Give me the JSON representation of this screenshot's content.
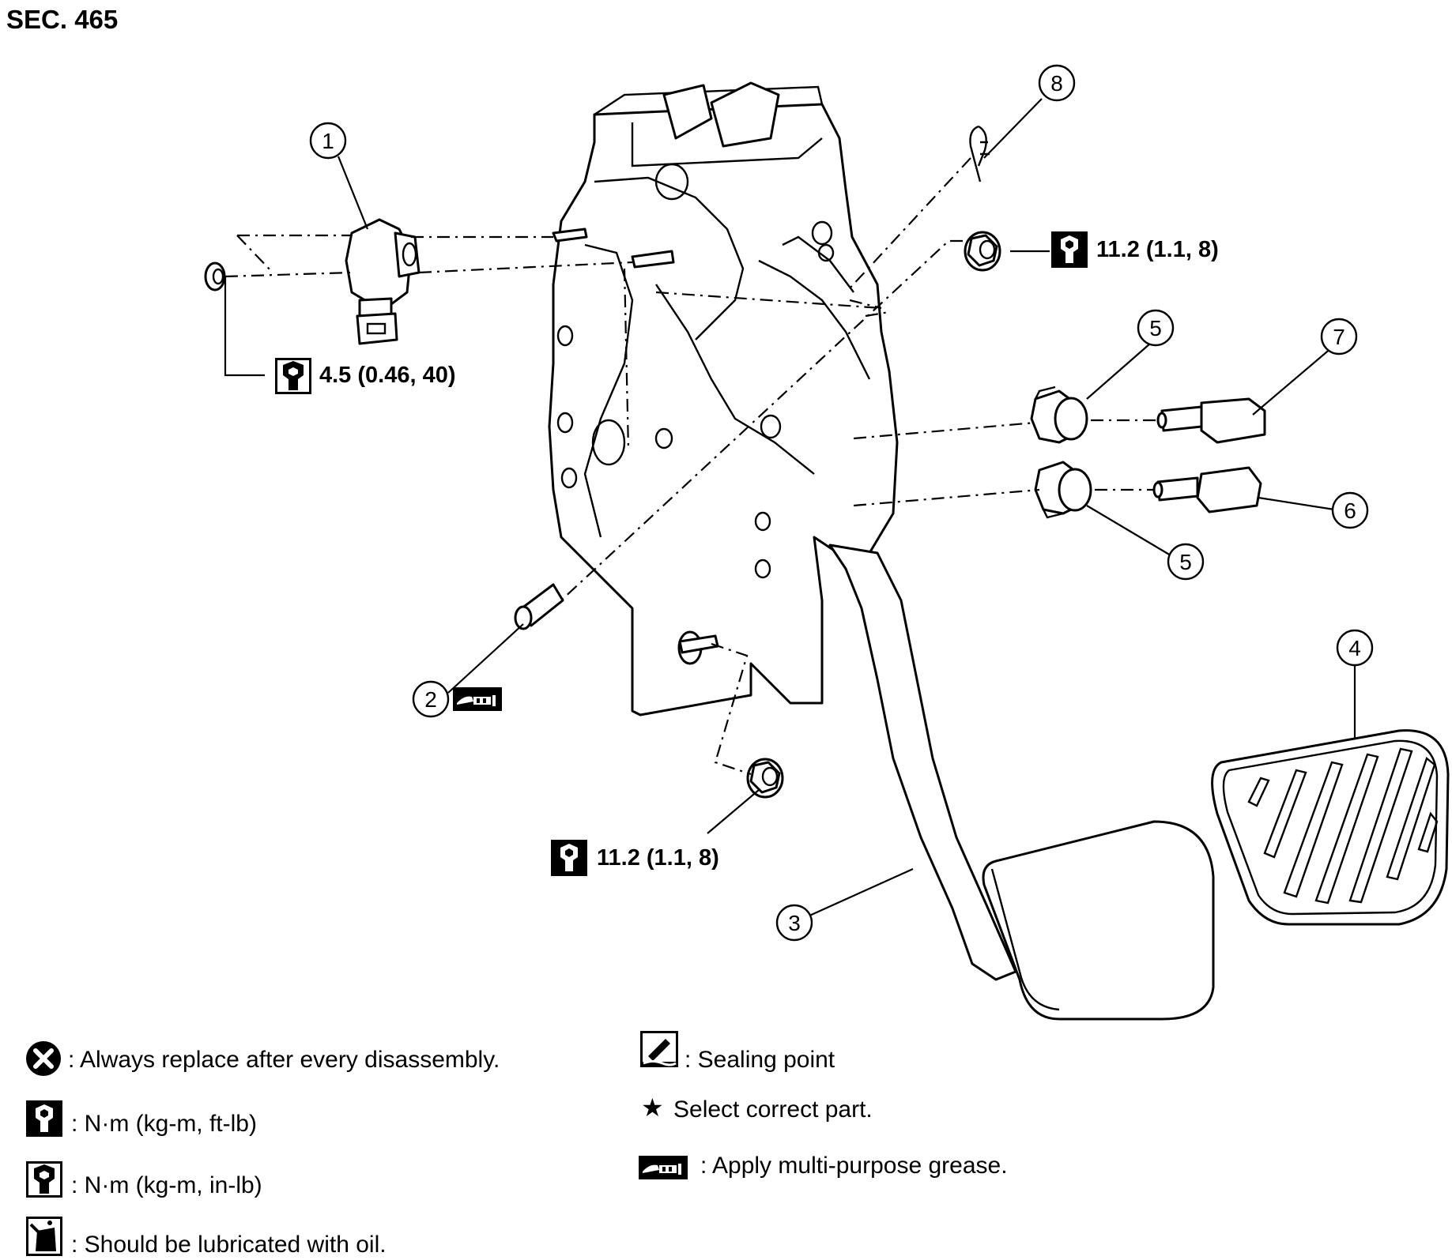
{
  "section_title": "SEC. 465",
  "callouts": [
    "1",
    "2",
    "3",
    "4",
    "5",
    "5",
    "6",
    "7",
    "8"
  ],
  "torque_specs": [
    {
      "id": "sensor-nut",
      "text": "4.5 (0.46, 40)",
      "icon": "torque-in-lb-icon"
    },
    {
      "id": "upper-nut",
      "text": "11.2 (1.1, 8)",
      "icon": "torque-ft-lb-icon"
    },
    {
      "id": "lower-nut",
      "text": "11.2 (1.1, 8)",
      "icon": "torque-ft-lb-icon"
    }
  ],
  "grease_icon": "grease-gun-icon",
  "legend": [
    {
      "icon": "replace-x-icon",
      "text": ": Always replace after every disassembly."
    },
    {
      "icon": "torque-ft-lb-icon",
      "text": ": N·m (kg-m, ft-lb)"
    },
    {
      "icon": "torque-in-lb-icon",
      "text": ": N·m (kg-m, in-lb)"
    },
    {
      "icon": "oil-can-icon",
      "text": ": Should be lubricated with oil."
    },
    {
      "icon": "sealing-point-icon",
      "text": ": Sealing point"
    },
    {
      "icon": "star-icon",
      "text": "Select correct part."
    },
    {
      "icon": "grease-gun-icon",
      "text": ": Apply multi-purpose grease."
    }
  ]
}
